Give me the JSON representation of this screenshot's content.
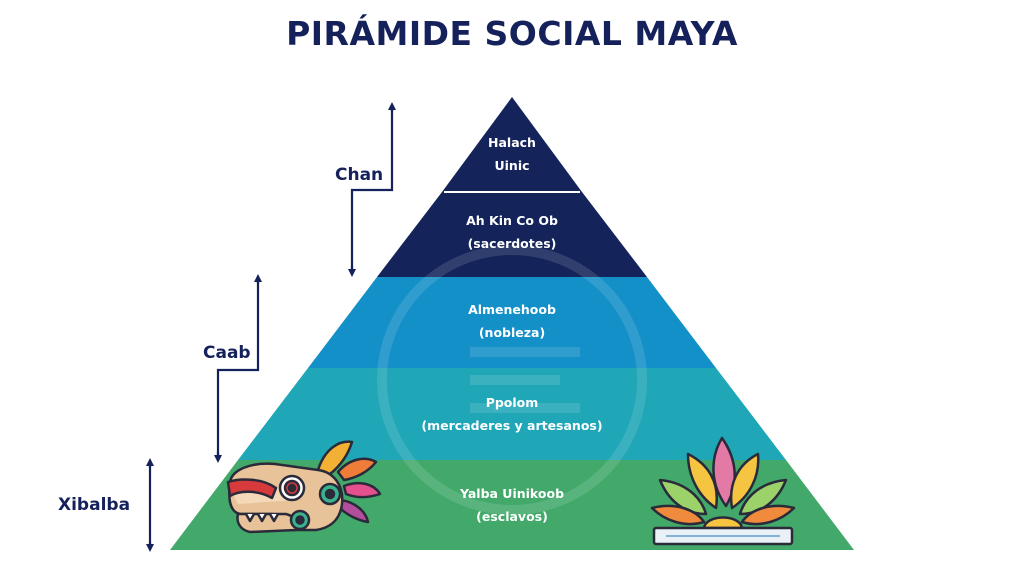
{
  "title": "PIRÁMIDE SOCIAL MAYA",
  "colors": {
    "navy": "#15215a",
    "navy_tier": "#14245b",
    "blue_tier": "#1490c9",
    "teal_tier": "#1fa6b7",
    "green_tier": "#42a96a",
    "arrow": "#15215a"
  },
  "tiers": [
    {
      "line1": "Halach",
      "line2": "Uinic"
    },
    {
      "line1": "Ah Kin Co Ob",
      "line2": "(sacerdotes)"
    },
    {
      "line1": "Almenehoob",
      "line2": "(nobleza)"
    },
    {
      "line1": "Ppolom",
      "line2": "(mercaderes y artesanos)"
    },
    {
      "line1": "Yalba Uinikoob",
      "line2": "(esclavos)"
    }
  ],
  "realms": [
    {
      "label": "Chan"
    },
    {
      "label": "Caab"
    },
    {
      "label": "Xibalba"
    }
  ],
  "icons": {
    "left": "serpent-head-icon",
    "right": "feather-headdress-icon"
  }
}
